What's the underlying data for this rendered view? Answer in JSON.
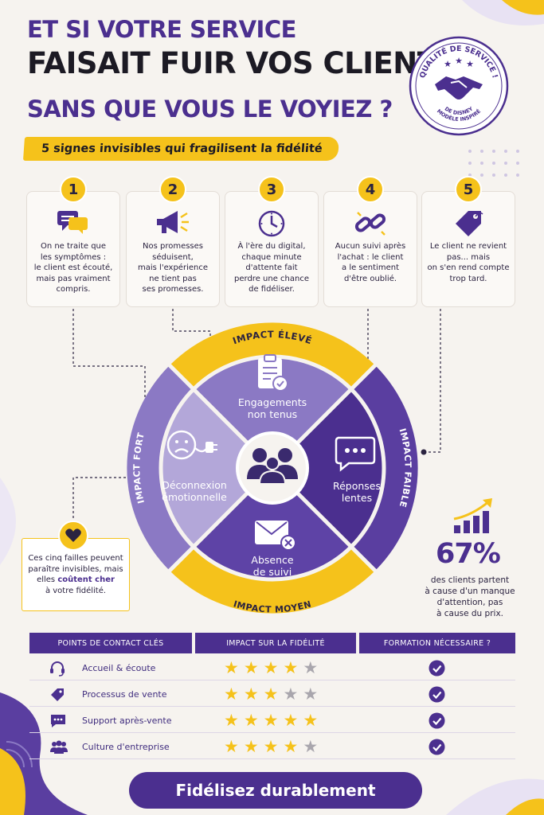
{
  "title": {
    "line1": "Et si votre service",
    "line2": "faisait fuir vos clients",
    "line3": "sans que vous le voyiez ?"
  },
  "seal": {
    "top_text": "QUALITÉ DE SERVICE !",
    "bottom_line1": "MODÈLE INSPIRÉ",
    "bottom_line2": "DE DISNEY",
    "icon": "handshake-icon"
  },
  "subtitle": "5 signes invisibles qui fragilisent la fidélité",
  "signs": [
    {
      "number": "1",
      "icon": "chat-icon",
      "lines": [
        "On ne traite que",
        "les symptômes :",
        "le client est écouté,",
        "mais pas vraiment",
        "compris."
      ]
    },
    {
      "number": "2",
      "icon": "megaphone-icon",
      "lines": [
        "Nos promesses",
        "séduisent,",
        "mais l'expérience",
        "ne tient pas",
        "ses promesses."
      ]
    },
    {
      "number": "3",
      "icon": "clock-icon",
      "lines": [
        "À l'ère du digital,",
        "chaque minute",
        "d'attente fait",
        "perdre une chance",
        "de fidéliser."
      ]
    },
    {
      "number": "4",
      "icon": "broken-link-icon",
      "lines": [
        "Aucun suivi après",
        "l'achat : le client",
        "a le sentiment",
        "d'être oublié."
      ]
    },
    {
      "number": "5",
      "icon": "price-tag-icon",
      "lines": [
        "Le client ne revient",
        "pas... mais",
        "on s'en rend compte",
        "trop tard."
      ]
    }
  ],
  "wheel": {
    "impact_high": "IMPACT ÉLEVÉ",
    "impact_strong": "IMPACT FORT",
    "impact_low": "IMPACT FAIBLE",
    "impact_medium": "IMPACT MOYEN",
    "quadrants": {
      "top": [
        "Engagements",
        "non tenus"
      ],
      "left": [
        "Déconnexion",
        "émotionnelle"
      ],
      "right": [
        "Réponses",
        "lentes"
      ],
      "bottom": [
        "Absence",
        "de suivi"
      ]
    }
  },
  "callout": {
    "lines": [
      "Ces cinq failles peuvent",
      "paraître invisibles, mais",
      "elles ",
      "coûtent cher",
      "à votre fidélité."
    ]
  },
  "stat": {
    "value": "67%",
    "lines": [
      "des clients partent",
      "à cause d'un manque",
      "d'attention, pas",
      "à cause du prix."
    ]
  },
  "table": {
    "headers": [
      "POINTS DE CONTACT CLÉS",
      "IMPACT SUR LA FIDÉLITÉ",
      "FORMATION NÉCESSAIRE ?"
    ],
    "rows": [
      {
        "label": "Accueil & écoute",
        "icon": "headset-icon",
        "stars": 4
      },
      {
        "label": "Processus de vente",
        "icon": "tag-icon",
        "stars": 3
      },
      {
        "label": "Support après-vente",
        "icon": "chat-bubble-icon",
        "stars": 5
      },
      {
        "label": "Culture d'entreprise",
        "icon": "team-icon",
        "stars": 4
      }
    ],
    "star_max": 5
  },
  "footer": "Fidélisez durablement",
  "colors": {
    "purple": "#4b2f8f",
    "yellow": "#f5c21b",
    "light_purple": "#8b79c4",
    "background": "#f6f3ef"
  }
}
